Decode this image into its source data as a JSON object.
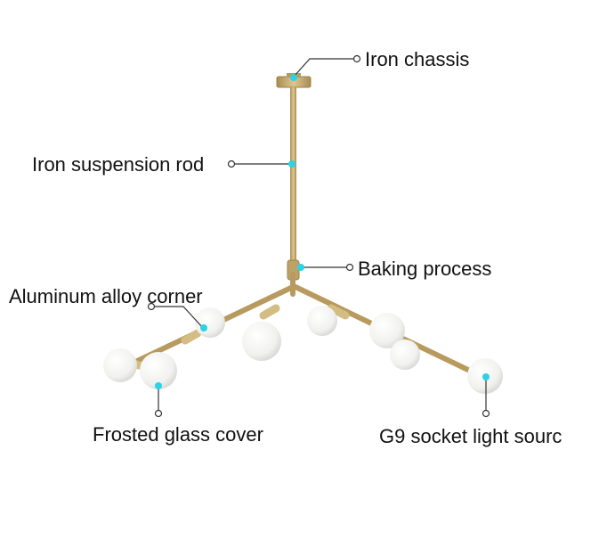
{
  "colors": {
    "brass": "#c2a76c",
    "brass_dark": "#a98c52",
    "brass_light": "#dcc790",
    "glass": "#f4f4f2",
    "glass_shade": "#d9d9d6",
    "marker": "#2ad3e6",
    "leader": "#333333",
    "text": "#111111"
  },
  "callouts": [
    {
      "id": "iron-chassis",
      "text": "Iron chassis"
    },
    {
      "id": "iron-suspension-rod",
      "text": "Iron suspension rod"
    },
    {
      "id": "baking-process",
      "text": "Baking process"
    },
    {
      "id": "aluminum-alloy-corner",
      "text": "Aluminum alloy corner"
    },
    {
      "id": "frosted-glass-cover",
      "text": "Frosted glass cover"
    },
    {
      "id": "g9-socket-light-source",
      "text": "G9 socket light sourc"
    }
  ]
}
